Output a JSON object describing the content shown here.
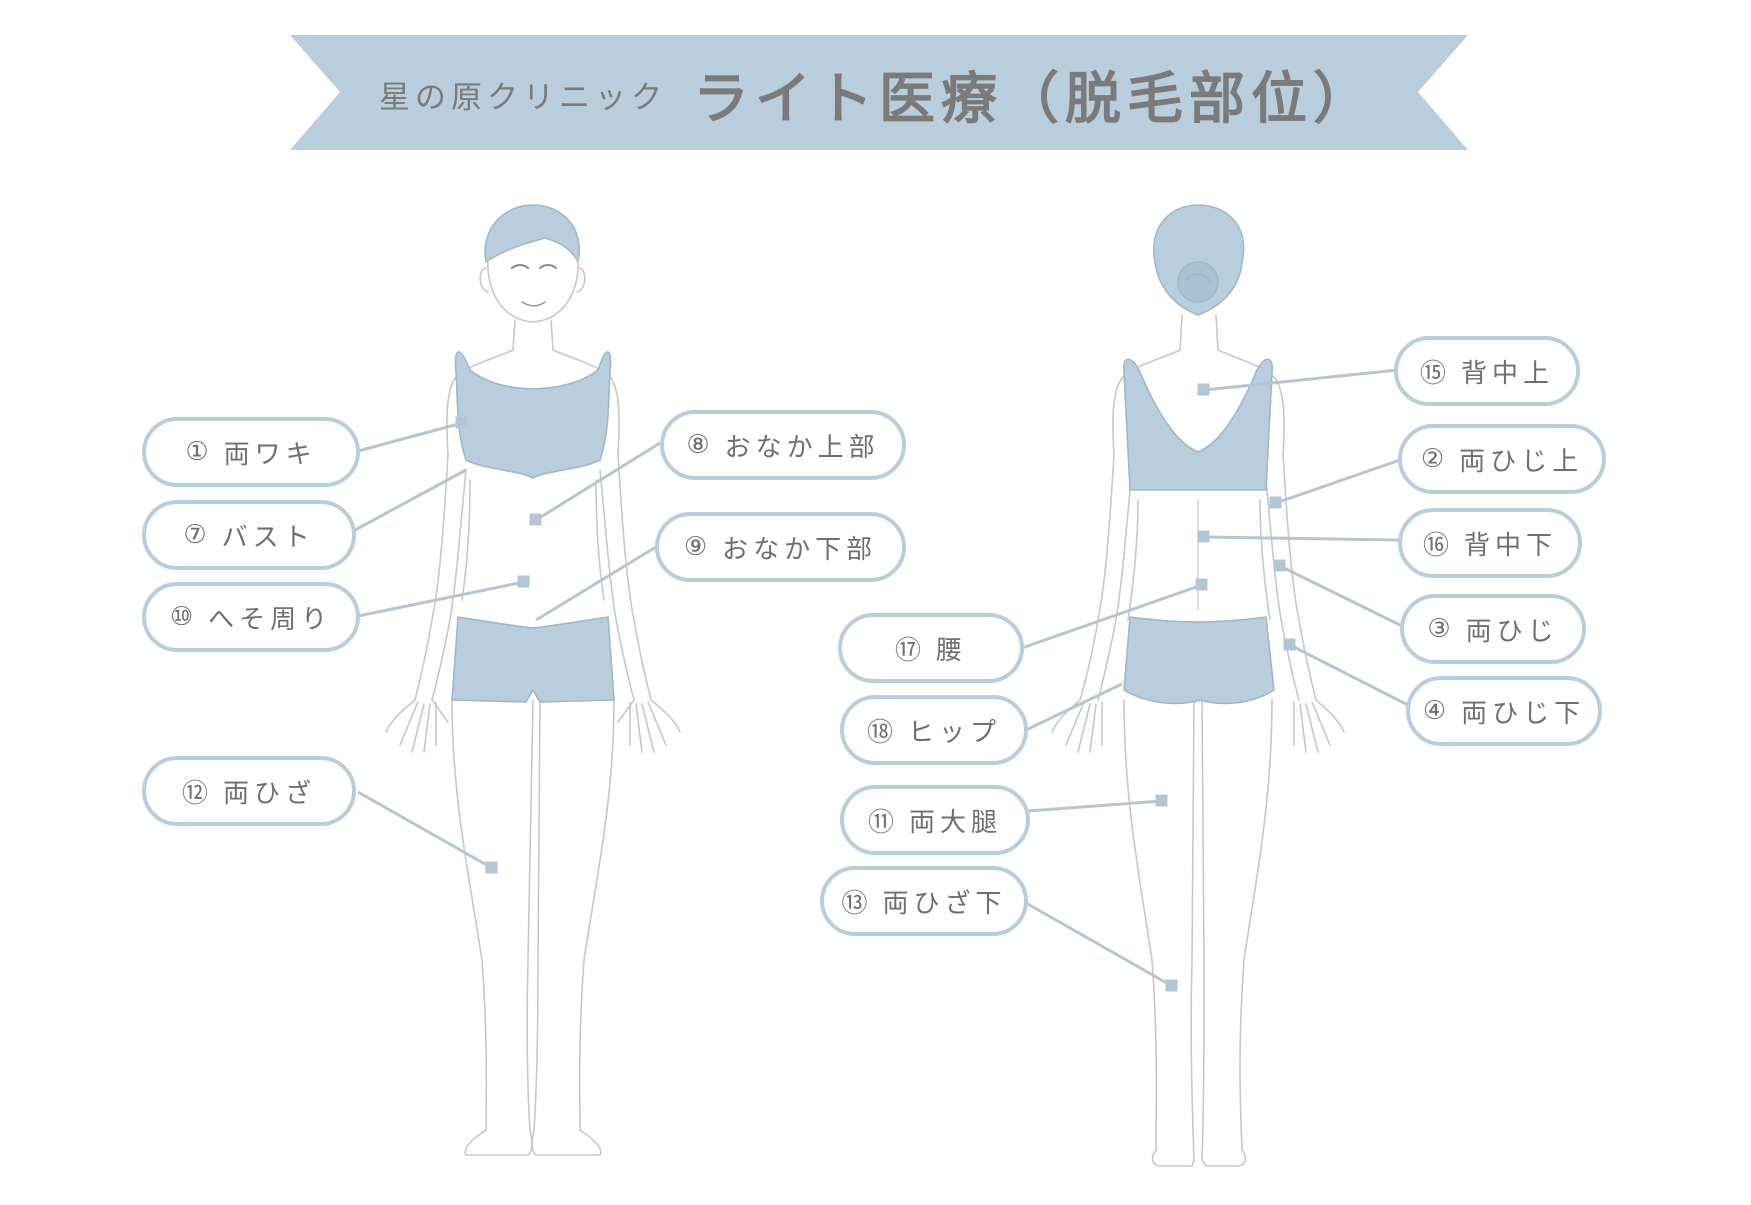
{
  "title": {
    "clinic": "星の原クリニック",
    "main": "ライト医療（脱毛部位）"
  },
  "colors": {
    "accent": "#b8cedc",
    "line": "#b3c6d3",
    "outline": "#c8c8c8",
    "text": "#6f6f6f"
  },
  "labels": {
    "l1": {
      "num": "①",
      "text": "両ワキ"
    },
    "l7": {
      "num": "⑦",
      "text": "バスト"
    },
    "l10": {
      "num": "⑩",
      "text": "へそ周り"
    },
    "l12": {
      "num": "⑫",
      "text": "両ひざ"
    },
    "l8": {
      "num": "⑧",
      "text": "おなか上部"
    },
    "l9": {
      "num": "⑨",
      "text": "おなか下部"
    },
    "l17": {
      "num": "⑰",
      "text": "腰"
    },
    "l18": {
      "num": "⑱",
      "text": "ヒップ"
    },
    "l11": {
      "num": "⑪",
      "text": "両大腿"
    },
    "l13": {
      "num": "⑬",
      "text": "両ひざ下"
    },
    "l15": {
      "num": "⑮",
      "text": "背中上"
    },
    "l2": {
      "num": "②",
      "text": "両ひじ上"
    },
    "l16": {
      "num": "⑯",
      "text": "背中下"
    },
    "l3": {
      "num": "③",
      "text": "両ひじ"
    },
    "l4": {
      "num": "④",
      "text": "両ひじ下"
    }
  }
}
